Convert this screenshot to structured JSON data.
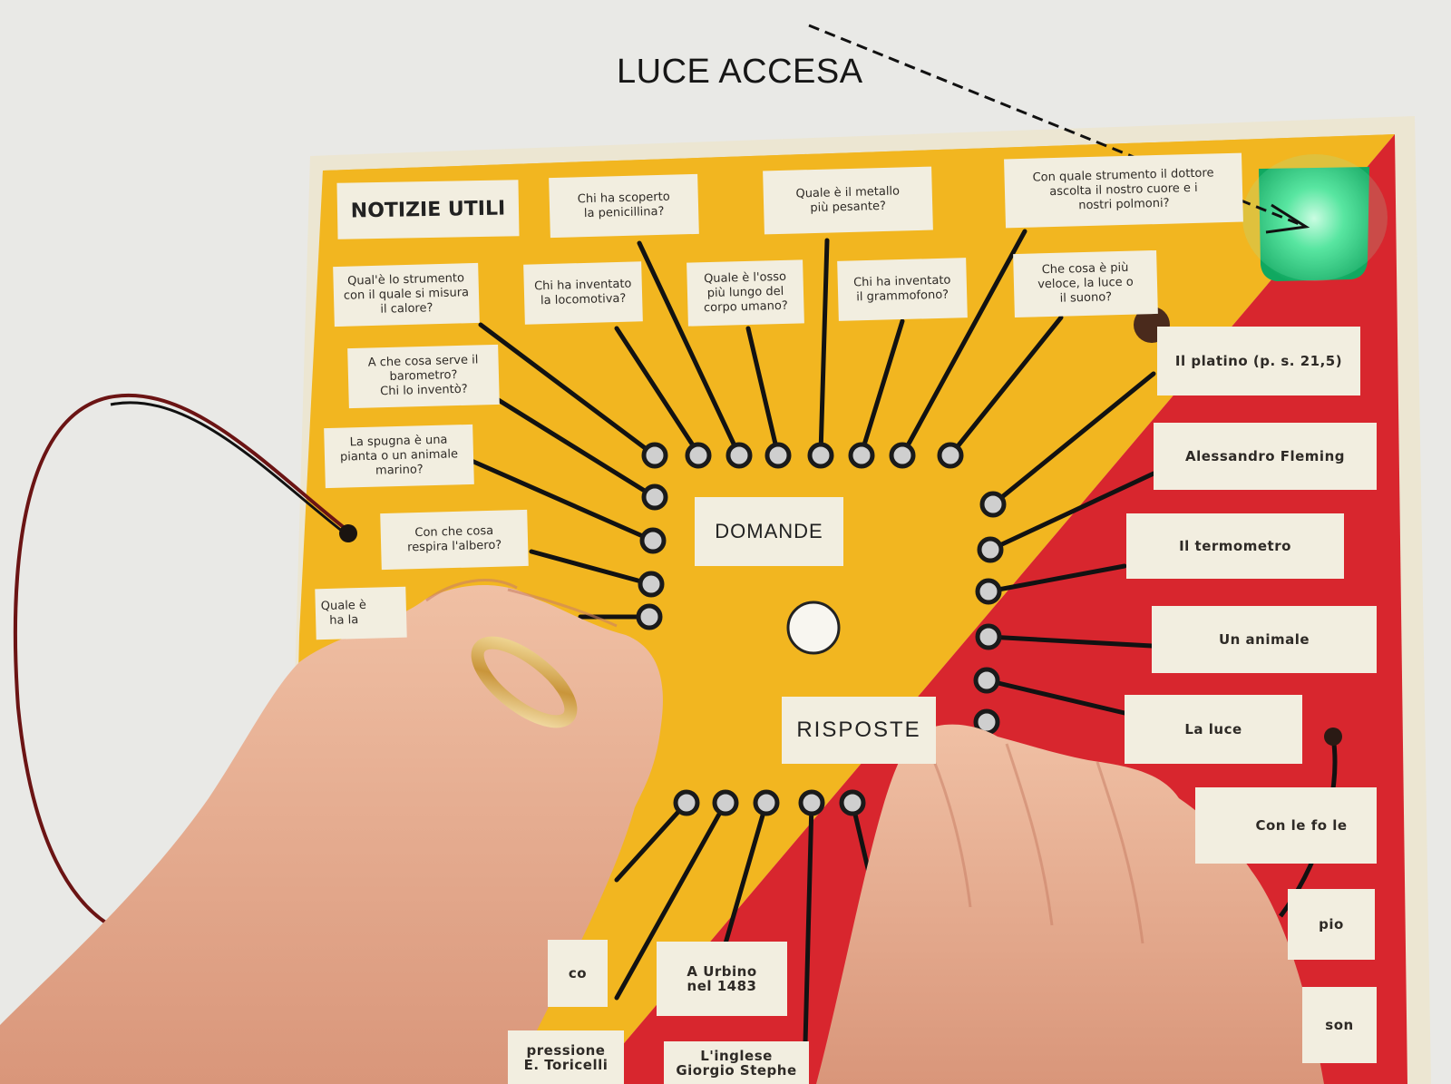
{
  "annotation": {
    "label": "LUCE ACCESA"
  },
  "board": {
    "title": "NOTIZIE UTILI",
    "center_top": "DOMANDE",
    "center_bottom": "RISPOSTE",
    "colors": {
      "yellow": "#f2b620",
      "red": "#d8262e",
      "card": "#f2eee0",
      "light": "#3bd98a"
    }
  },
  "questions": [
    {
      "text": "Chi ha scoperto\nla penicillina?"
    },
    {
      "text": "Quale è il metallo\npiù pesante?"
    },
    {
      "text": "Con quale strumento il dottore\nascolta il nostro cuore e i\nnostri polmoni?"
    },
    {
      "text": "Qual'è lo strumento\ncon il quale si misura\nil calore?"
    },
    {
      "text": "Chi ha inventato\nla locomotiva?"
    },
    {
      "text": "Quale è l'osso\npiù lungo del\ncorpo umano?"
    },
    {
      "text": "Chi ha inventato\nil grammofono?"
    },
    {
      "text": "Che cosa è più\nveloce, la luce o\nil suono?"
    },
    {
      "text": "A che cosa serve il\nbarometro?\nChi lo inventò?"
    },
    {
      "text": "La spugna è una\npianta o un animale\nmarino?"
    },
    {
      "text": "Con che cosa\nrespira l'albero?"
    },
    {
      "text": "Quale è\nha la"
    }
  ],
  "answers": [
    {
      "text": "Il platino (p. s. 21,5)"
    },
    {
      "text": "Alessandro Fleming"
    },
    {
      "text": "Il termometro"
    },
    {
      "text": "Un animale"
    },
    {
      "text": "La luce"
    },
    {
      "text": "Con le fo  le"
    },
    {
      "text": "pio"
    },
    {
      "text": "son"
    },
    {
      "text": "A Urbino\nnel 1483"
    },
    {
      "text": "pressione\nE. Toricelli"
    },
    {
      "text": "L'inglese\nGiorgio Stephe"
    },
    {
      "text": "co"
    }
  ]
}
